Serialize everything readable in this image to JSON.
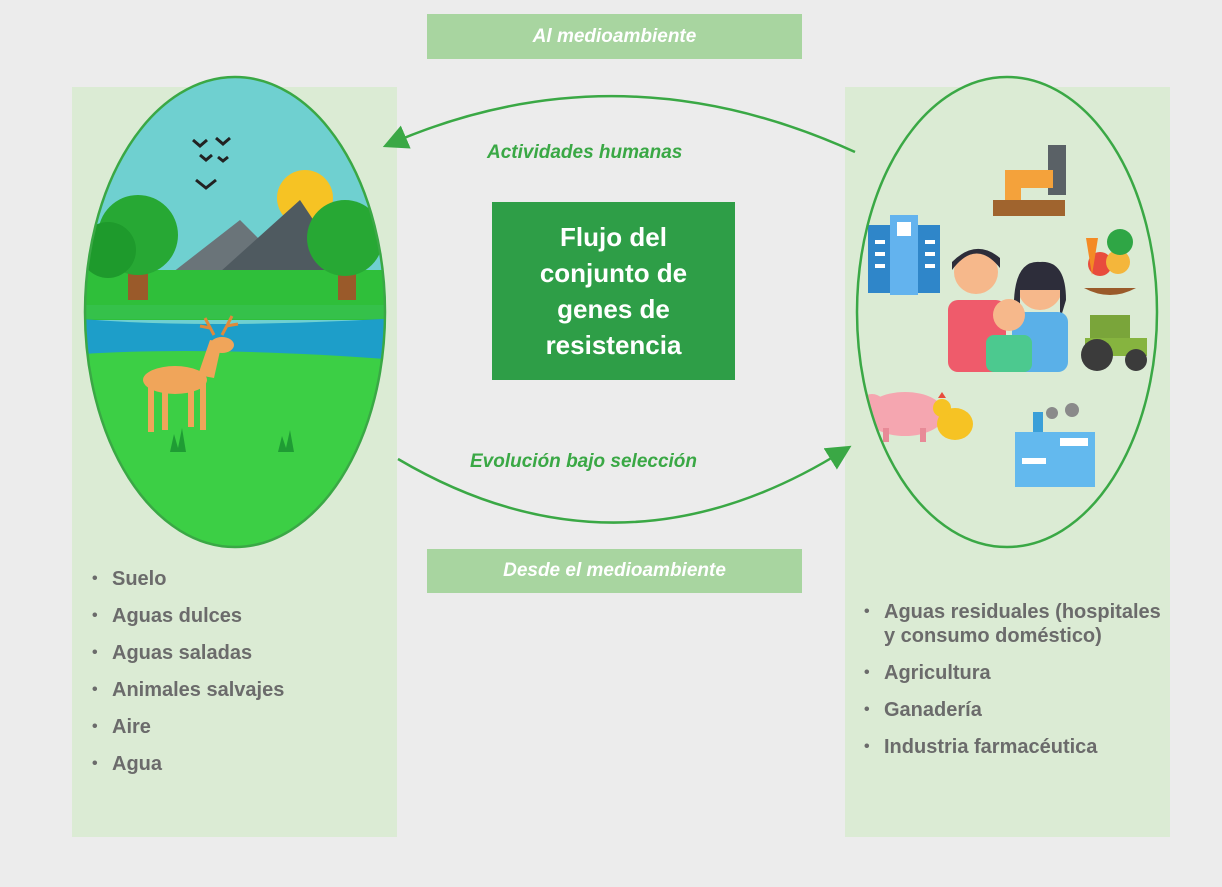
{
  "banners": {
    "top": "Al medioambiente",
    "bottom": "Desde el medioambiente"
  },
  "flows": {
    "top": "Actividades humanas",
    "bottom": "Evolución bajo selección"
  },
  "center": {
    "title": "Flujo del conjunto de genes de resistencia"
  },
  "left_list": {
    "items": [
      "Suelo",
      "Aguas dulces",
      "Aguas saladas",
      "Animales salvajes",
      "Aire",
      "Agua"
    ]
  },
  "right_list": {
    "items": [
      "Aguas residuales (hospitales y consumo doméstico)",
      "Agricultura",
      "Ganadería",
      "Industria farmacéutica"
    ]
  },
  "colors": {
    "accent_green": "#3aa845",
    "center_box": "#2e9e47",
    "banner": "#a8d5a0",
    "panel": "#dbebd4"
  },
  "icons": {
    "left": [
      "birds-icon",
      "sun-icon",
      "mountain-icon",
      "tree-icon",
      "river-icon",
      "deer-icon",
      "grass-icon"
    ],
    "right": [
      "hospital-icon",
      "pipe-icon",
      "vegetables-icon",
      "family-icon",
      "tractor-icon",
      "pig-icon",
      "chicken-icon",
      "factory-icon"
    ]
  }
}
